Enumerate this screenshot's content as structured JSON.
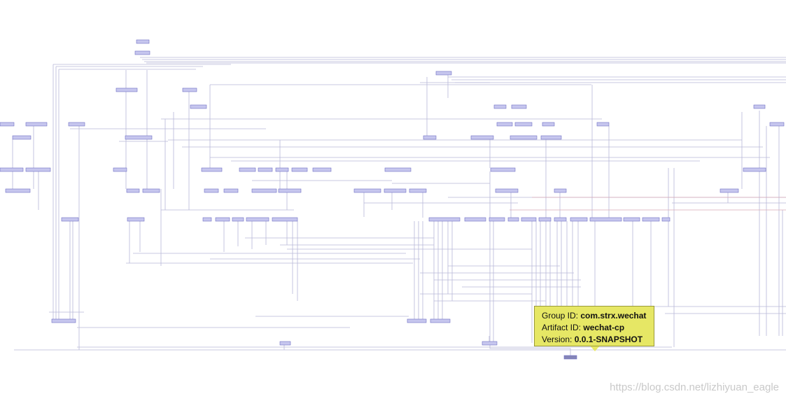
{
  "graph": {
    "node_color": "#c6c6ee",
    "selected_node_color": "#8585b8",
    "edge_color": "#b8b8d8",
    "edge_highlight_color": "#d8aab4"
  },
  "tooltip": {
    "group_label": "Group ID:",
    "group_value": "com.strx.wechat",
    "artifact_label": "Artifact ID:",
    "artifact_value": "wechat-cp",
    "version_label": "Version:",
    "version_value": "0.0.1-SNAPSHOT",
    "background": "#e6e765"
  },
  "watermark": "https://blog.csdn.net/lizhiyuan_eagle"
}
